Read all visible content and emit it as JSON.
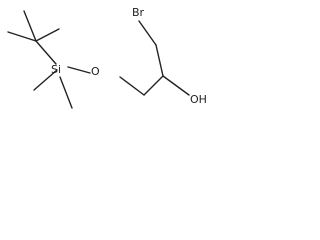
{
  "molecule": {
    "atoms": {
      "br": "Br",
      "o": "O",
      "oh": "OH",
      "si": "Si"
    },
    "colors": {
      "line": "#222222",
      "background": "#ffffff"
    }
  }
}
